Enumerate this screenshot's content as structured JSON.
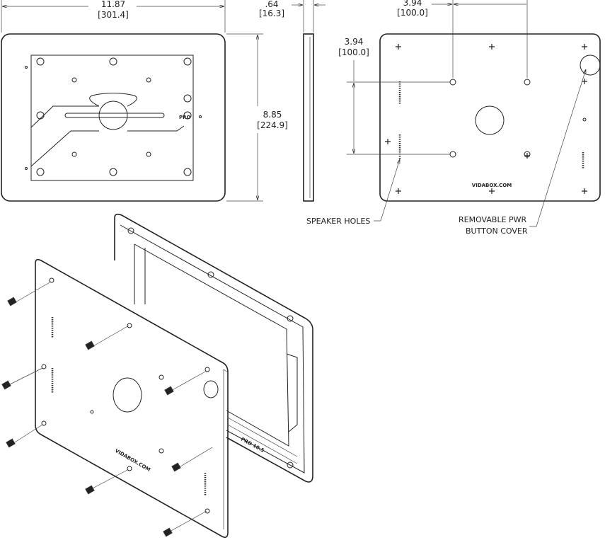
{
  "dimensions": {
    "width": {
      "in": "11.87",
      "mm": "[301.4]"
    },
    "depth": {
      "in": ".64",
      "mm": "[16.3]"
    },
    "height": {
      "in": "8.85",
      "mm": "[224.9]"
    },
    "vesa_horizontal": {
      "in": "3.94",
      "mm": "[100.0]"
    },
    "vesa_vertical": {
      "in": "3.94",
      "mm": "[100.0]"
    }
  },
  "front_view": {
    "model_mark": "PRO"
  },
  "back_view": {
    "brand_mark": "VIDABOX.COM"
  },
  "callouts": {
    "speaker_holes": "SPEAKER HOLES",
    "pwr_cover_line1": "REMOVABLE PWR",
    "pwr_cover_line2": "BUTTON COVER"
  },
  "iso_view": {
    "frame_mark": "PRO 10.5",
    "brand_mark": "VIDABOX.COM"
  }
}
